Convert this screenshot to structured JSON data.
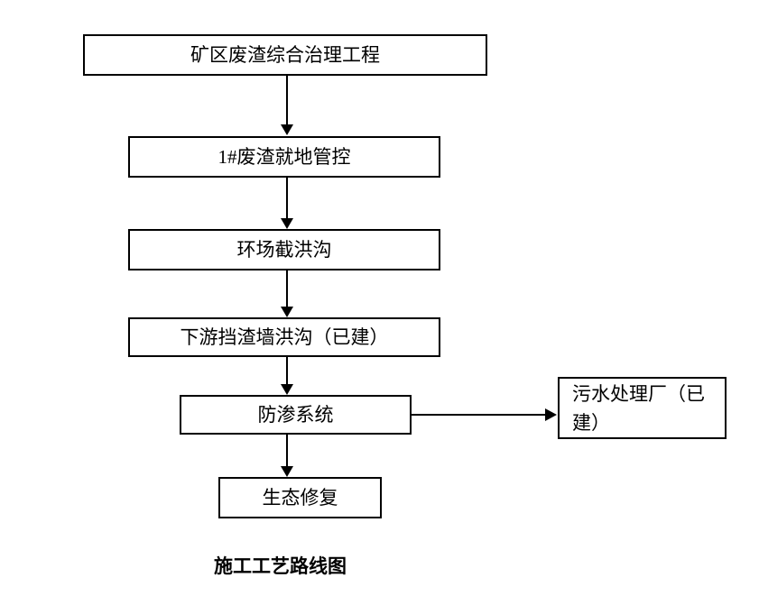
{
  "diagram": {
    "caption": "施工工艺路线图",
    "nodes": {
      "project": {
        "label": "矿区废渣综合治理工程"
      },
      "onsite_control": {
        "label": "1#废渣就地管控"
      },
      "flood_ditch": {
        "label": "环场截洪沟"
      },
      "retaining_wall": {
        "label": "下游挡渣墙洪沟（已建）"
      },
      "anti_seepage": {
        "label": "防渗系统"
      },
      "eco_restore": {
        "label": "生态修复"
      },
      "sewage_plant": {
        "label": "污水处理厂（已建）"
      }
    },
    "colors": {
      "line": "#000000",
      "background": "#ffffff",
      "text": "#000000"
    }
  }
}
